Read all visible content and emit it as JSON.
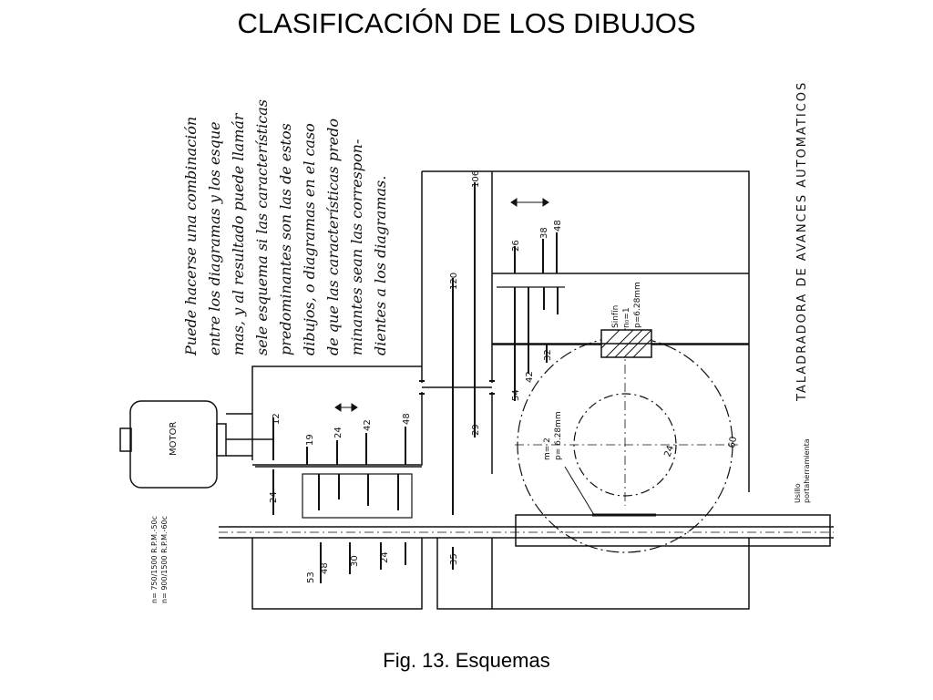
{
  "title": "CLASIFICACIÓN DE LOS DIBUJOS",
  "caption": "Fig. 13. Esquemas",
  "handwritten_note": {
    "lines": [
      "Puede hacerse una combinación",
      "entre los diagramas y los esque",
      "mas, y al resultado puede llamár",
      "sele esquema si las características",
      "predominantes son las de estos",
      "dibujos, o diagramas en el caso",
      "de que las características predo",
      "minantes sean las correspon-",
      "dientes a los diagramas."
    ]
  },
  "drawing": {
    "side_title": "TALADRADORA DE AVANCES AUTOMATICOS",
    "motor_label": "MOTOR",
    "speed_notes": [
      "n= 750/1500 R.P.M.-50c",
      "n= 900/1500 R.P.M.-60c"
    ],
    "worm_label": [
      "Sinfín",
      "n₀=1",
      "p=6.28mm"
    ],
    "gear_label": [
      "m= 2",
      "p= 6.28mm"
    ],
    "tool_label": [
      "Usillo",
      "portaherramienta"
    ],
    "gear_numbers": {
      "g12": "12",
      "g19": "19",
      "g24a": "24",
      "g42a": "42",
      "g48a": "48",
      "g24b": "24",
      "g53": "53",
      "g48b": "48",
      "g30": "30",
      "g24c": "24",
      "g106": "106",
      "g120": "120",
      "g29": "29",
      "g35": "35",
      "g26": "26",
      "g38": "38",
      "g48c": "48",
      "g54": "54",
      "g42b": "42",
      "g32": "32",
      "g24d": "24",
      "g60": "60"
    }
  }
}
